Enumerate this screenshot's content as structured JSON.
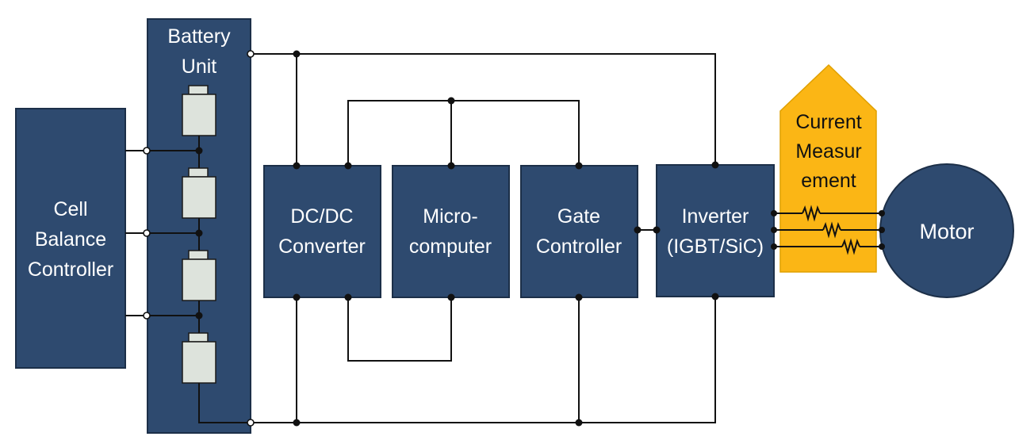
{
  "blocks": {
    "cell_balance": [
      "Cell",
      "Balance",
      "Controller"
    ],
    "battery": [
      "Battery",
      "Unit"
    ],
    "dcdc": [
      "DC/DC",
      "Converter"
    ],
    "micro": [
      "Micro-",
      "computer"
    ],
    "gate": [
      "Gate",
      "Controller"
    ],
    "inverter": [
      "Inverter",
      "(IGBT/SiC)"
    ],
    "current": [
      "Current",
      "Measur",
      "ement"
    ],
    "motor": "Motor"
  },
  "colors": {
    "block_fill": "#2e4a6f",
    "sensor_fill": "#fbb615",
    "cell_fill": "#dde3dc",
    "wire": "#111111"
  }
}
